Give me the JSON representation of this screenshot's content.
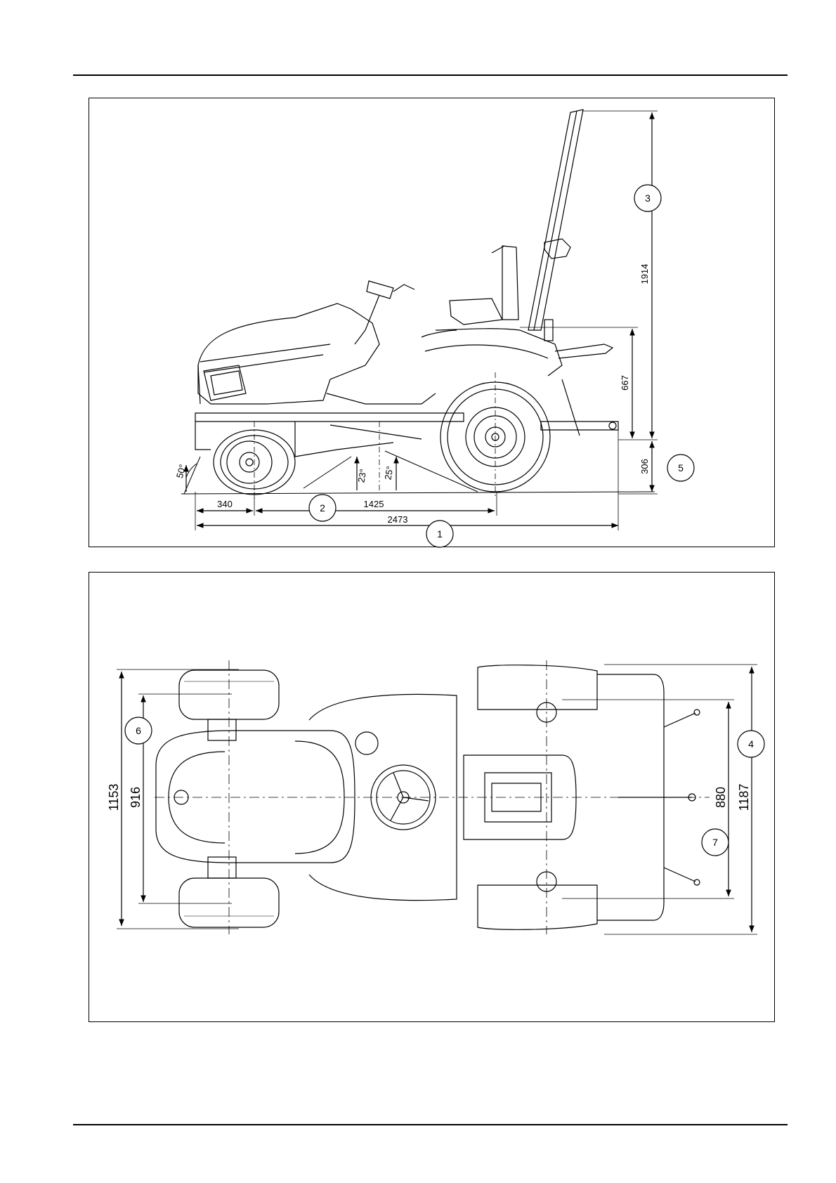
{
  "side_view": {
    "dimensions": {
      "overall_length": "2473",
      "wheelbase": "1425",
      "front_overhang": "340",
      "height_rops": "1914",
      "hitch_height": "667",
      "ground_clearance": "306",
      "approach_angle": "50°",
      "angle_front": "23°",
      "angle_rear": "25°"
    },
    "callouts": [
      "1",
      "2",
      "3",
      "5"
    ]
  },
  "top_view": {
    "dimensions": {
      "front_width_outer": "1153",
      "front_track": "916",
      "rear_width_outer": "1187",
      "rear_track": "880"
    },
    "callouts": [
      "4",
      "6",
      "7"
    ]
  }
}
